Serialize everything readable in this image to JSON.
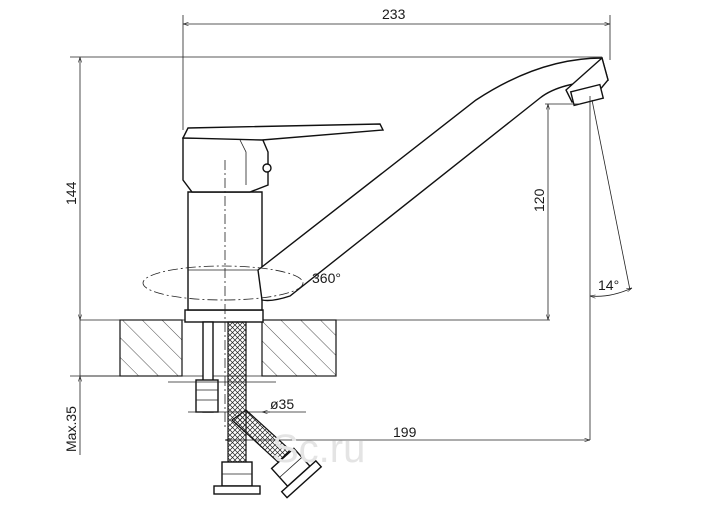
{
  "dimensions": {
    "width_total": "233",
    "height_total": "144",
    "spout_height": "120",
    "rotation": "360°",
    "spout_angle": "14°",
    "pipe_diameter": "ø35",
    "spout_reach": "199",
    "max_thickness": "Max.35"
  },
  "watermark": "Sc.ru"
}
